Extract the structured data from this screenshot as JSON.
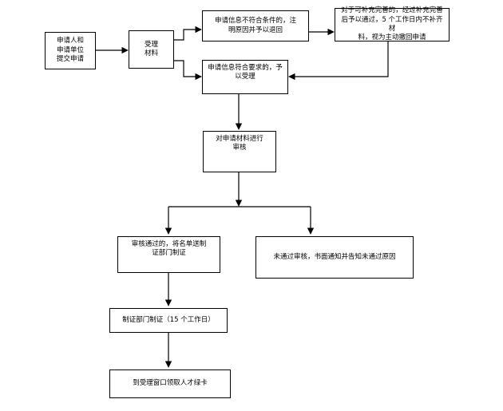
{
  "diagram": {
    "nodes": {
      "submit": {
        "lines": [
          "申请人和",
          "申请单位",
          "提交申请"
        ]
      },
      "accept_materials": {
        "lines": [
          "受理",
          "材料"
        ]
      },
      "not_eligible": {
        "lines": [
          "申请信息不符合条件的，注",
          "明原因并予以退回"
        ]
      },
      "supplement": {
        "lines": [
          "对于可补充完善的，经过补充完善",
          "后予以通过，5 个工作日内不补齐材",
          "料，视为主动撤回申请"
        ]
      },
      "eligible": {
        "lines": [
          "申请信息符合要求的，予以受理"
        ]
      },
      "review": {
        "lines": [
          "对申请材料进行",
          "审核"
        ]
      },
      "passed": {
        "lines": [
          "审核通过的，将名单送制",
          "证部门制证"
        ]
      },
      "failed": {
        "lines": [
          "未通过审核，书面通知并告知未通过原因"
        ]
      },
      "make_cert": {
        "lines": [
          "制证部门制证（15 个工作日）"
        ]
      },
      "collect": {
        "lines": [
          "到受理窗口领取人才绿卡"
        ]
      }
    },
    "colors": {
      "stroke": "#000000",
      "background": "#ffffff"
    }
  }
}
